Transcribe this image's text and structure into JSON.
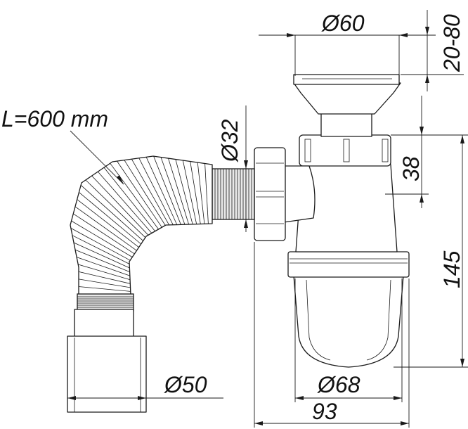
{
  "labels": {
    "hose_length": "L=600 mm",
    "outlet_diameter": "Ø32",
    "top_diameter": "Ø60",
    "top_height": "20-80",
    "nut_height": "38",
    "body_height": "145",
    "cup_diameter": "Ø68",
    "pipe_diameter": "Ø50",
    "total_width": "93"
  }
}
